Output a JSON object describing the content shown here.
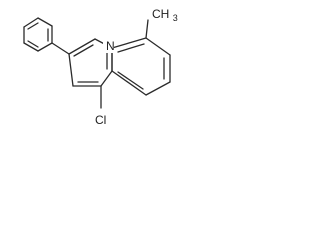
{
  "structure": {
    "nitrogen_label": "N",
    "methyl_label": "CH3",
    "methyl_main": "CH",
    "methyl_subscript": "3",
    "chloro_label": "Cl",
    "colors": {
      "bond": "#2b2b2b",
      "text": "#1f1f1f",
      "background": "#ffffff"
    }
  }
}
